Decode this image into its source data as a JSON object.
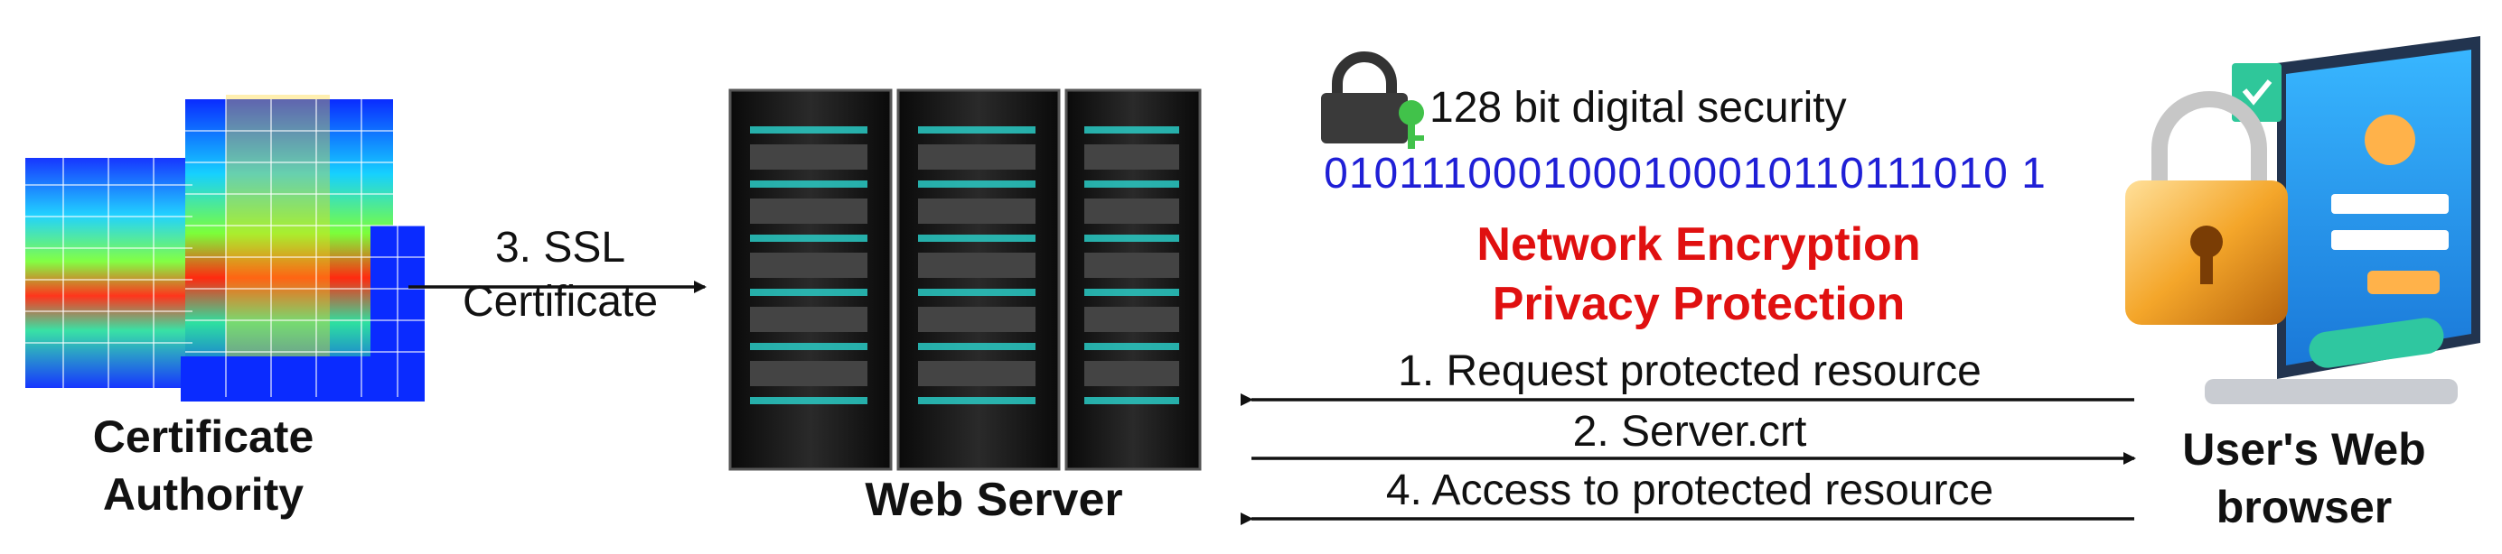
{
  "certificate_authority": {
    "label_line1": "Certificate",
    "label_line2": "Authority"
  },
  "ssl_step": {
    "line1": "3. SSL",
    "line2": "Certificate"
  },
  "web_server": {
    "label": "Web Server"
  },
  "security": {
    "header": "128 bit digital security",
    "binary": "0101110001000100010110111010 1",
    "line1": "Network Encryption",
    "line2": "Privacy Protection"
  },
  "flows": {
    "request": "1. Request protected resource",
    "server_crt": "2. Server.crt",
    "access": "4. Access to protected resource"
  },
  "browser": {
    "label_line1": "User's Web",
    "label_line2": "browser"
  },
  "colors": {
    "binary": "#1f1fd6",
    "highlight": "#e01010",
    "arrow": "#111111"
  }
}
